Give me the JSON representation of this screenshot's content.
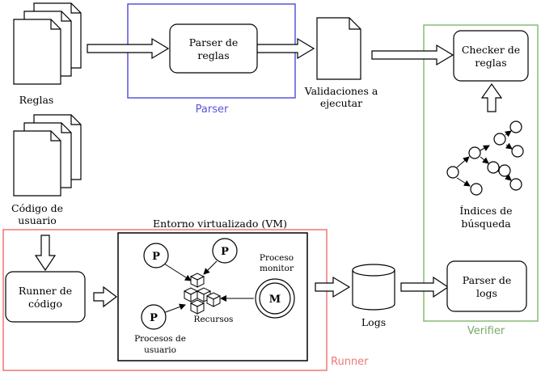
{
  "parser": {
    "group_label": "Parser",
    "box_lines": [
      "Parser de",
      "reglas"
    ],
    "group_color": "#5555dd"
  },
  "rules": {
    "label": "Reglas"
  },
  "user_code": {
    "label_lines": [
      "Código de",
      "usuario"
    ]
  },
  "validations": {
    "label_lines": [
      "Validaciones a",
      "ejecutar"
    ]
  },
  "verifier": {
    "group_label": "Verifier",
    "checker_lines": [
      "Checker de",
      "reglas"
    ],
    "index_lines": [
      "Índices de",
      "búsqueda"
    ],
    "log_parser_lines": [
      "Parser de",
      "logs"
    ],
    "group_color": "#88bb77"
  },
  "runner": {
    "group_label": "Runner",
    "box_lines": [
      "Runner de",
      "código"
    ],
    "group_color": "#ee7777"
  },
  "vm": {
    "title": "Entorno virtualizado (VM)",
    "process_letter": "P",
    "monitor_letter": "M",
    "monitor_lines": [
      "Proceso",
      "monitor"
    ],
    "resources_label": "Recursos",
    "user_procs_lines": [
      "Procesos de",
      "usuario"
    ]
  },
  "logs": {
    "label": "Logs"
  }
}
